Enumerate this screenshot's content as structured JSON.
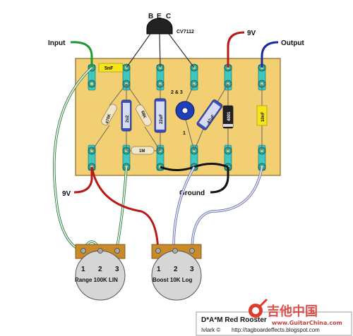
{
  "transistor": {
    "pins": [
      "B",
      "E",
      "C"
    ],
    "part": "CV7112"
  },
  "labels": {
    "input": "Input",
    "output": "Output",
    "nine_v_top": "9V",
    "nine_v_left": "9V",
    "ground": "Ground"
  },
  "components": {
    "cap_5nf": "5nF",
    "res_470k": "470K",
    "cap_2u2": "2u2",
    "res_68k": "68K",
    "cap_22uf": "22uF",
    "res_1m": "1M",
    "cap_47uf": "47uF",
    "diode_4001": "4001",
    "cap_10nf": "10nF",
    "trimmer_note": "2 & 3",
    "trimmer_pin": "1"
  },
  "pots": [
    {
      "pins": [
        "1",
        "2",
        "3"
      ],
      "label": "Range 100K LIN"
    },
    {
      "pins": [
        "1",
        "2",
        "3"
      ],
      "label": "Boost 10K Log"
    }
  ],
  "credit": {
    "title": "D*A*M Red Rooster",
    "author": "Ivlark ©",
    "url": "http://tagboardeffects.blogspot.com"
  },
  "watermark": {
    "text": "吉他中国",
    "url": "www.GuitarChina.com"
  },
  "colors": {
    "board": "#f2cf72",
    "board_border": "#8a6a2a",
    "pad": "#3fc7c0",
    "wire_red": "#b81a1a",
    "wire_blue": "#1a2aa0",
    "wire_green": "#1f9a2e",
    "wire_black": "#111111",
    "wire_grey": "#bfc3d9",
    "cap_blue": "#3a4fb8",
    "yellow_cap": "#f5e51a",
    "pot_body": "#c98a2a",
    "pot_knob": "#d6d6d6"
  }
}
